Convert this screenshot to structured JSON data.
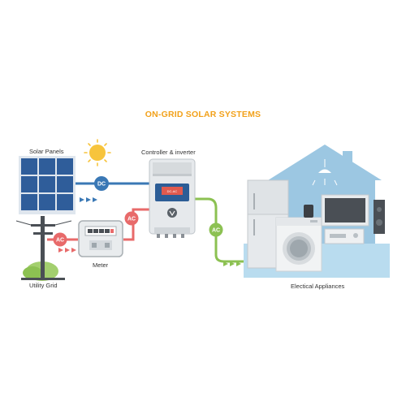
{
  "title": "ON-GRID SOLAR SYSTEMS",
  "labels": {
    "solar_panels": "Solar Panels",
    "controller": "Controller & inverter",
    "meter": "Meter",
    "utility_grid": "Utility Grid",
    "appliances": "Electical Appliances"
  },
  "badges": {
    "dc": "DC",
    "ac_grid": "AC",
    "ac_meter": "AC",
    "ac_out": "AC"
  },
  "inverter_screen": "DC-AC",
  "icons": [
    "sun-icon",
    "solar-panel-icon",
    "utility-pole-icon",
    "meter-icon",
    "inverter-icon",
    "house-icon",
    "refrigerator-icon",
    "washing-machine-icon",
    "tv-icon",
    "speaker-icon",
    "lamp-icon"
  ],
  "colors": {
    "title": "#f2a11a",
    "dc_line": "#3a78b5",
    "ac_grid_line": "#e86a6a",
    "ac_out_line": "#8cc152",
    "house": "#9cc7e2",
    "floor": "#b9dcef",
    "panel": "#2f5d9a"
  }
}
